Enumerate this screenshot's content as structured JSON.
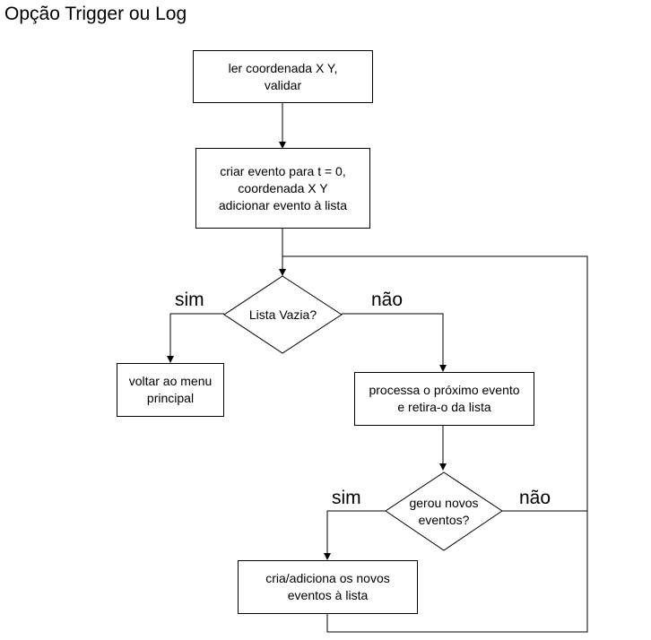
{
  "title": "Opção Trigger ou Log",
  "nodes": {
    "read_coords": "ler coordenada X Y,\nvalidar",
    "create_event": "criar evento para t = 0,\ncoordenada X Y\nadicionar evento à lista",
    "list_empty": "Lista Vazia?",
    "back_to_menu": "voltar ao menu\nprincipal",
    "process_event": "processa o próximo evento\ne retira-o da lista",
    "new_events": "gerou novos\neventos?",
    "add_new_events": "cria/adiciona os novos\neventos à lista"
  },
  "edge_labels": {
    "list_empty_yes": "sim",
    "list_empty_no": "não",
    "new_events_yes": "sim",
    "new_events_no": "não"
  }
}
